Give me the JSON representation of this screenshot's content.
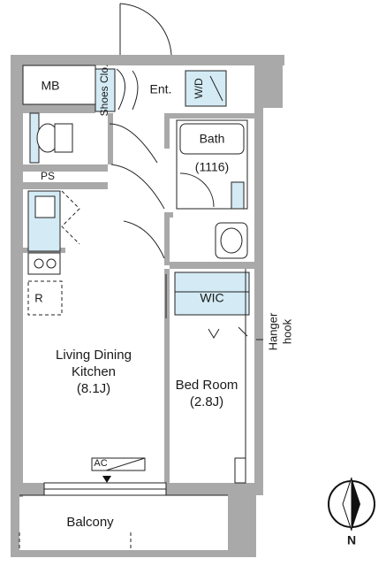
{
  "rooms": {
    "mb": "MB",
    "shoes_closet": "Shoes Clo.",
    "entrance": "Ent.",
    "washer_dryer": "W/D",
    "bath": "Bath",
    "bath_size": "(1116)",
    "pipe_space": "PS",
    "refrigerator": "R",
    "walk_in_closet": "WIC",
    "hanger_hook_line1": "Hanger",
    "hanger_hook_line2": "hook",
    "ldk_line1": "Living Dining",
    "ldk_line2": "Kitchen",
    "ldk_size": "(8.1J)",
    "bedroom_line1": "Bed Room",
    "bedroom_size": "(2.8J)",
    "air_conditioner": "AC",
    "balcony": "Balcony"
  },
  "compass": {
    "north_label": "N"
  },
  "colors": {
    "wall": "#a9a9a9",
    "fixture_fill": "#d4ebf5",
    "line": "#222222"
  }
}
